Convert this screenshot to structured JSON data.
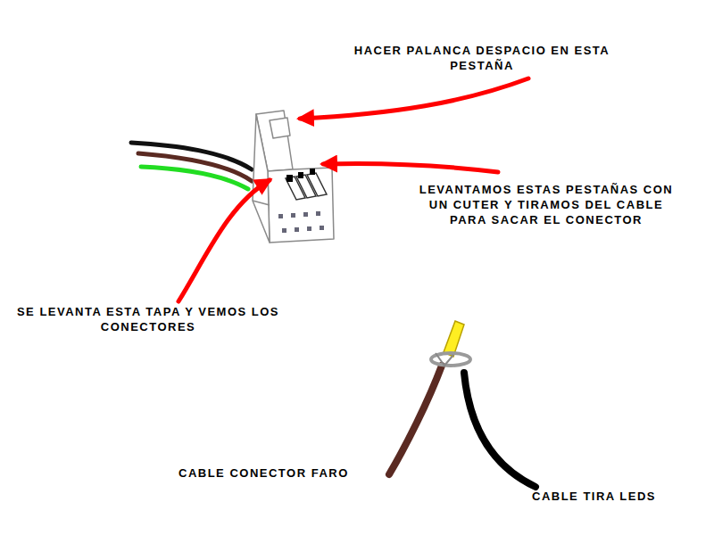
{
  "diagram": {
    "labels": [
      "HACER PALANCA DESPACIO EN ESTA PESTAÑA",
      "LEVANTAMOS ESTAS PESTAÑAS CON UN CUTER Y TIRAMOS DEL CABLE PARA SACAR EL CONECTOR",
      "SE LEVANTA ESTA TAPA Y VEMOS LOS CONECTORES",
      "CABLE CONECTOR FARO",
      "CABLE TIRA LEDS"
    ]
  }
}
